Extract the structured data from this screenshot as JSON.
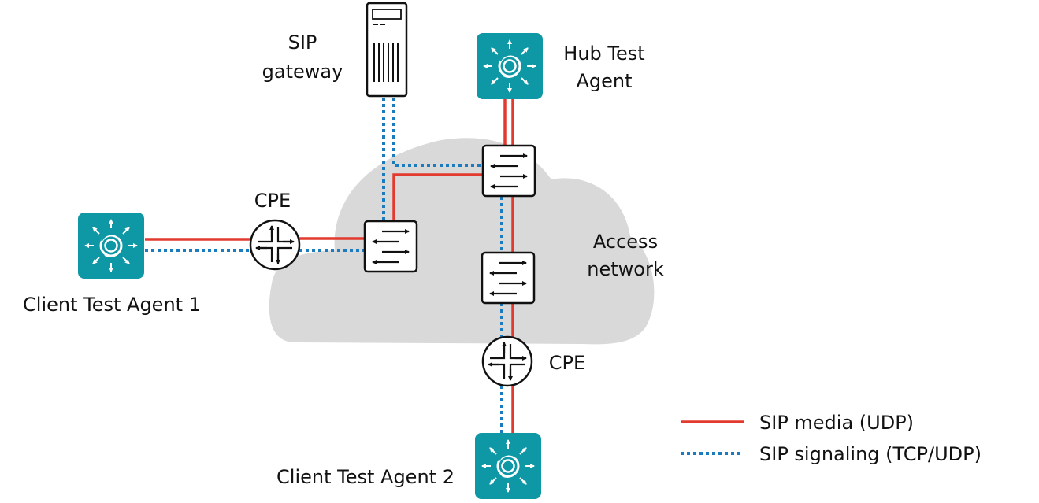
{
  "diagram": {
    "cloud_label_line1": "Access",
    "cloud_label_line2": "network",
    "nodes": {
      "sip_gateway": {
        "label_line1": "SIP",
        "label_line2": "gateway",
        "type": "server"
      },
      "hub_test_agent": {
        "label_line1": "Hub Test",
        "label_line2": "Agent",
        "type": "test-agent"
      },
      "client_test_agent_1": {
        "label": "Client Test Agent 1",
        "type": "test-agent"
      },
      "client_test_agent_2": {
        "label": "Client Test Agent 2",
        "type": "test-agent"
      },
      "cpe_1": {
        "label": "CPE",
        "type": "router"
      },
      "cpe_2": {
        "label": "CPE",
        "type": "router"
      },
      "switch_1": {
        "type": "switch"
      },
      "switch_2": {
        "type": "switch"
      },
      "switch_3": {
        "type": "switch"
      }
    },
    "legend": [
      {
        "label": "SIP media (UDP)",
        "style": "solid",
        "color": "#e23a2e"
      },
      {
        "label": "SIP signaling (TCP/UDP)",
        "style": "dotted",
        "color": "#1a7cbf"
      }
    ],
    "colors": {
      "agent": "#0e97a4",
      "cloud": "#d9d9d9",
      "media": "#e23a2e",
      "signaling": "#1a7cbf"
    }
  }
}
